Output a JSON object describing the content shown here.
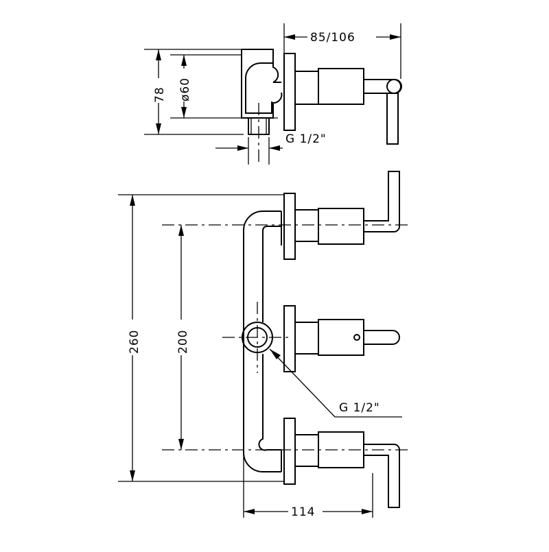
{
  "labels": {
    "depth_range": "85/106",
    "height_side": "78",
    "flange_diameter": "ø60",
    "thread_top": "G 1/2\"",
    "overall_height": "260",
    "centre_distance": "200",
    "thread_front": "G 1/2\"",
    "width_front": "114"
  }
}
